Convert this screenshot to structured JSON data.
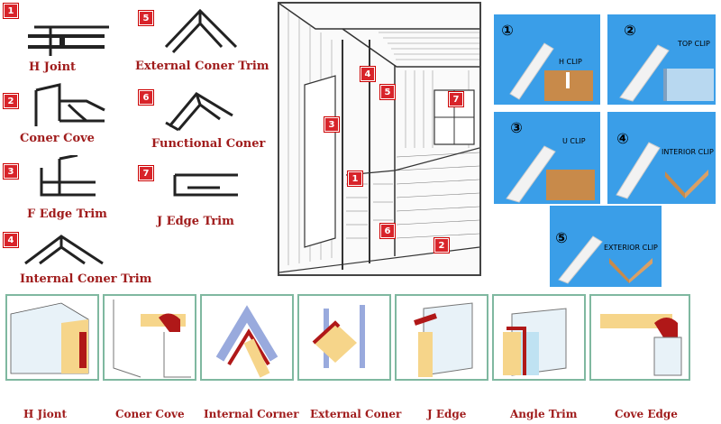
{
  "trims_left": [
    {
      "num": "1",
      "label": "H Joint"
    },
    {
      "num": "2",
      "label": "Coner Cove"
    },
    {
      "num": "3",
      "label": "F Edge Trim"
    },
    {
      "num": "4",
      "label": "Internal Coner Trim"
    },
    {
      "num": "5",
      "label": "External Coner Trim"
    },
    {
      "num": "6",
      "label": "Functional Coner"
    },
    {
      "num": "7",
      "label": "J Edge Trim"
    }
  ],
  "room_badges": [
    "1",
    "2",
    "3",
    "4",
    "5",
    "6",
    "7"
  ],
  "clips": [
    {
      "num": "①",
      "label": "H CLIP"
    },
    {
      "num": "②",
      "label": "TOP CLIP"
    },
    {
      "num": "③",
      "label": "U CLIP"
    },
    {
      "num": "④",
      "label": "INTERIOR CLIP"
    },
    {
      "num": "⑤",
      "label": "EXTERIOR CLIP"
    }
  ],
  "bottom_labels": [
    "H Jiont",
    "Coner Cove",
    "Internal Corner",
    "External Coner",
    "J Edge",
    "Angle Trim",
    "Cove Edge"
  ],
  "colors": {
    "badge": "#d8242a",
    "label": "#a01c1c",
    "clip_bg": "#3a9ee8",
    "panel_border": "#7fb8a0",
    "trim_red": "#b01818",
    "wood": "#c88a4a"
  }
}
